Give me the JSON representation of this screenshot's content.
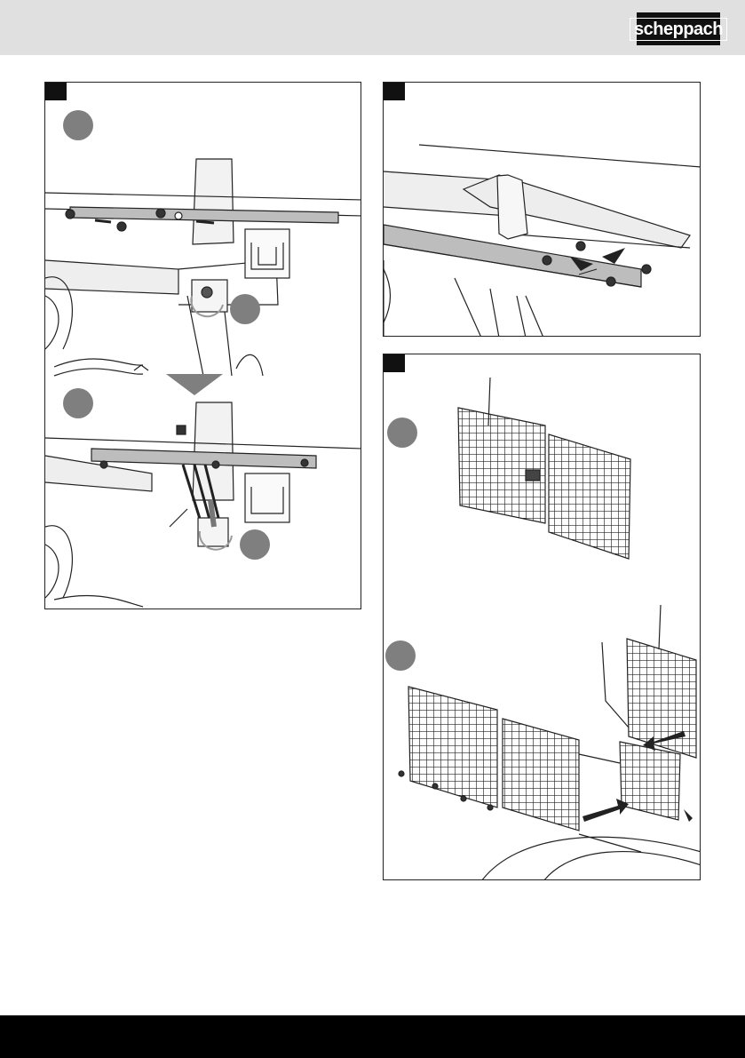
{
  "header": {
    "brand": "scheppach"
  },
  "colors": {
    "header_bg": "#e0e0e0",
    "footer_bg": "#000000",
    "step_marker": "#7f7f7f",
    "line": "#222222"
  },
  "figures": [
    {
      "id": "fig-1",
      "steps": 4
    },
    {
      "id": "fig-2",
      "steps": 0
    },
    {
      "id": "fig-3",
      "steps": 2
    }
  ]
}
